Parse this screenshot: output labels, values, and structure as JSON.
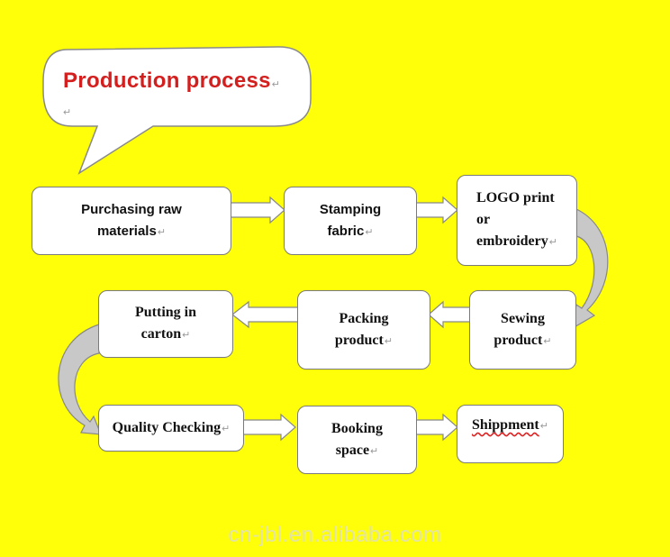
{
  "title": "Production process",
  "watermark": "cn-jbl.en.alibaba.com",
  "colors": {
    "background": "#FFFF0A",
    "title": "#D41F1F",
    "box_fill": "#FFFFFF",
    "box_border": "#7A7A7A",
    "arrow_fill": "#FFFFFF",
    "curve_fill": "#C8C8C8"
  },
  "steps": [
    {
      "line1": "Purchasing raw",
      "line2": "materials"
    },
    {
      "line1": "Stamping",
      "line2": "fabric"
    },
    {
      "line1": "LOGO  print",
      "line2": "or",
      "line3": "embroidery"
    },
    {
      "line1": "Sewing",
      "line2": "product"
    },
    {
      "line1": "Packing",
      "line2": "product"
    },
    {
      "line1": "Putting in",
      "line2": "carton"
    },
    {
      "line1": "Quality Checking"
    },
    {
      "line1": "Booking",
      "line2": "space"
    },
    {
      "line1": "Shippment"
    }
  ]
}
